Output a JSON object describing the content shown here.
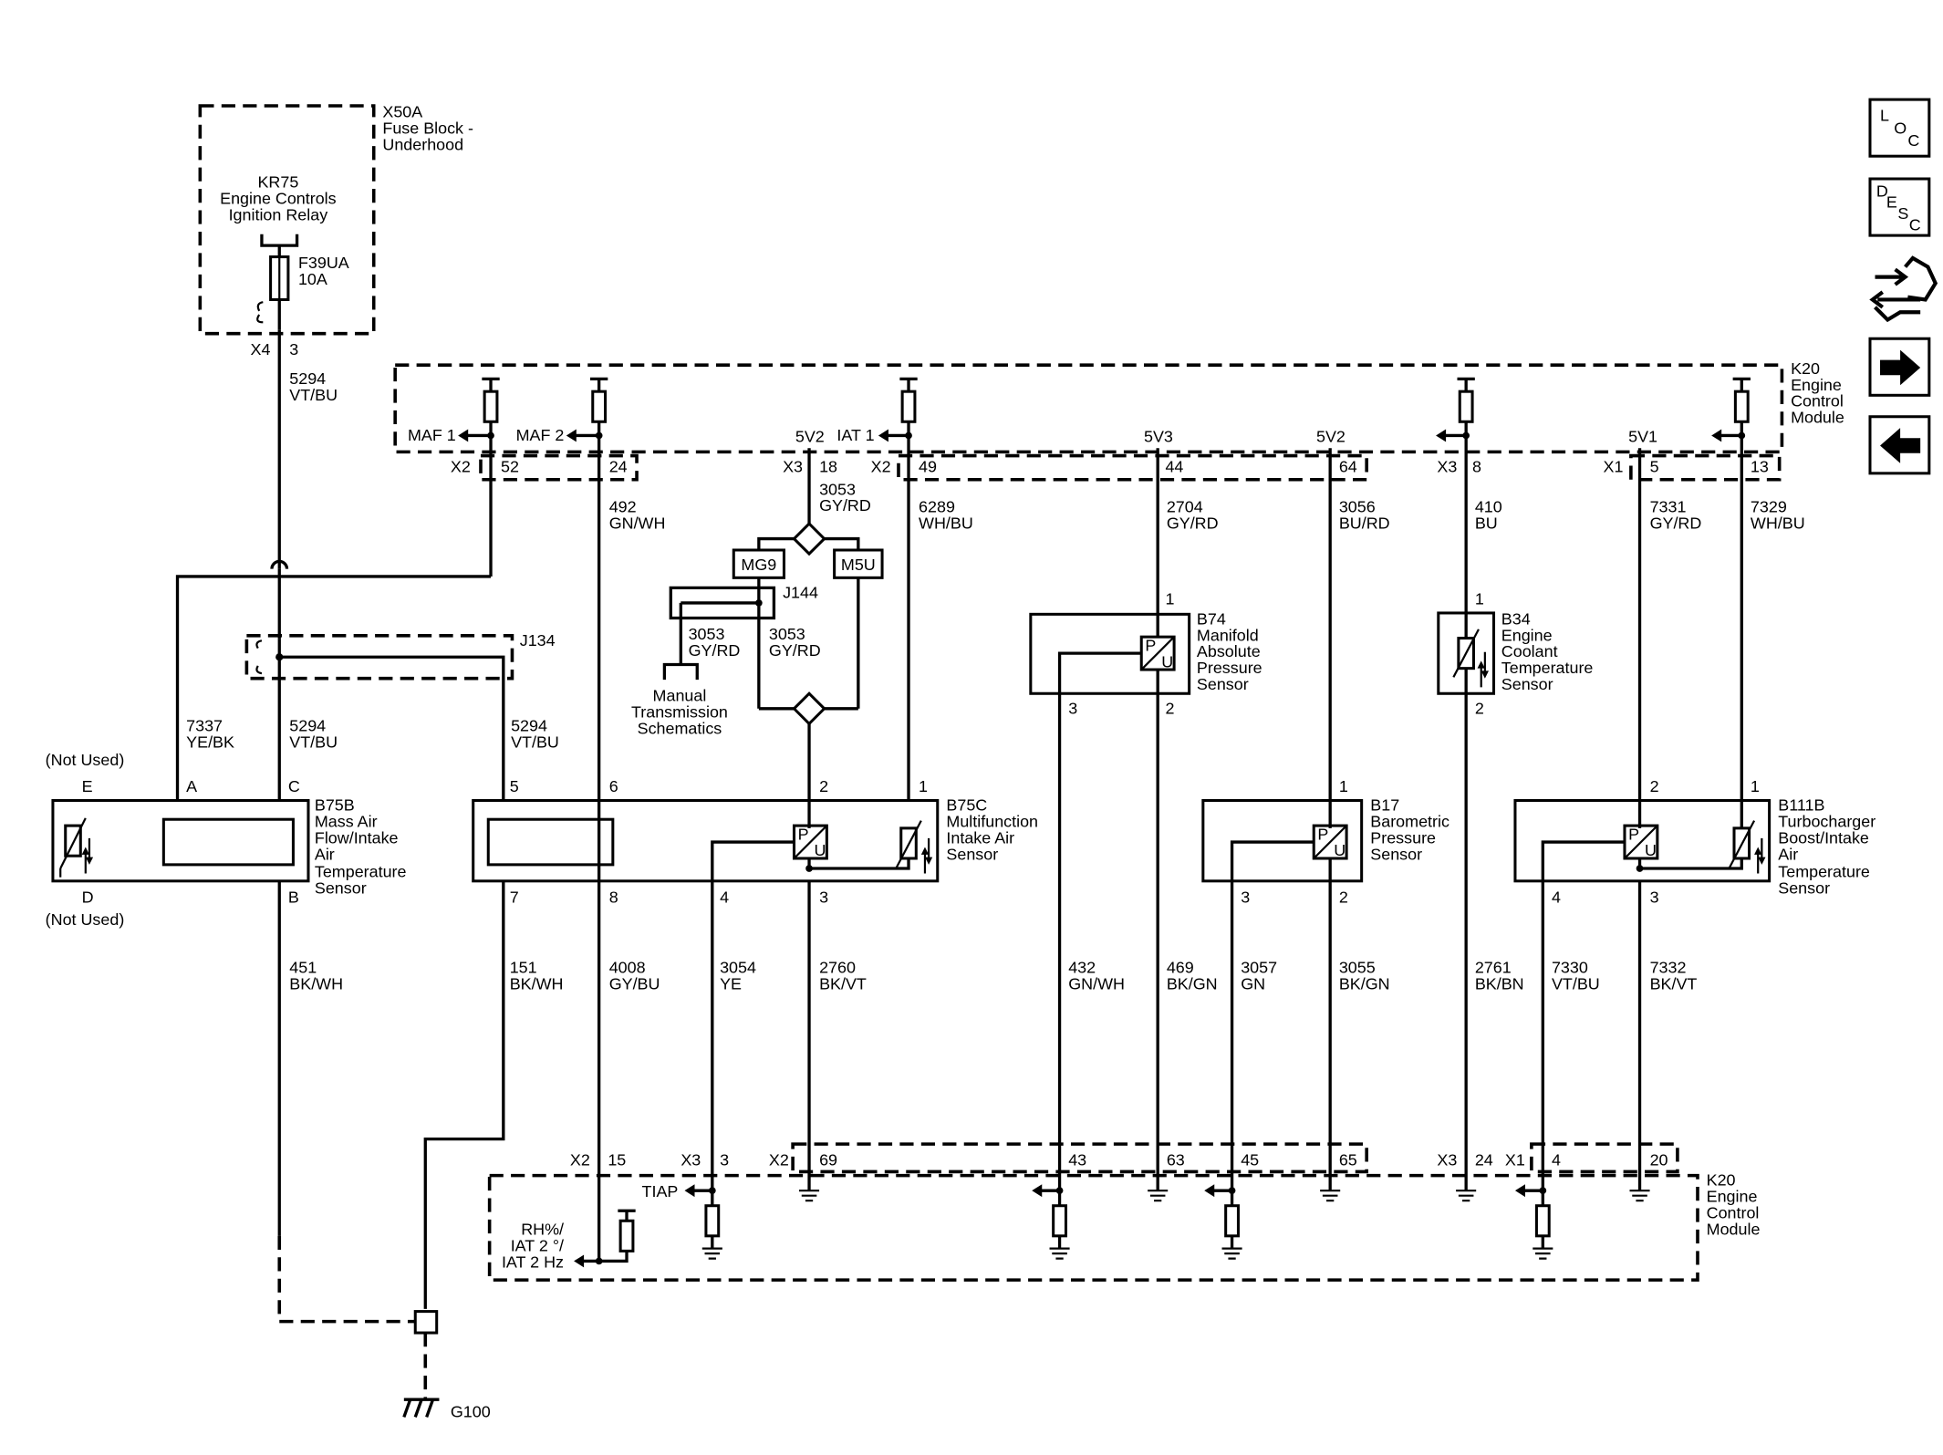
{
  "labels": {
    "fuse_block": [
      "X50A",
      "Fuse Block -",
      "Underhood"
    ],
    "relay": [
      "KR75",
      "Engine Controls",
      "Ignition Relay"
    ],
    "fuse": [
      "F39UA",
      "10A"
    ],
    "ecm_top": [
      "K20",
      "Engine",
      "Control",
      "Module"
    ],
    "ecm_bottom": [
      "K20",
      "Engine",
      "Control",
      "Module"
    ],
    "maf1": "MAF 1",
    "maf2": "MAF 2",
    "iat1": "IAT 1",
    "v5v2a": "5V2",
    "v5v3": "5V3",
    "v5v2b": "5V2",
    "v5v1": "5V1",
    "j134": "J134",
    "j144": "J144",
    "mg9": "MG9",
    "m5u": "M5U",
    "manual_trans": [
      "Manual",
      "Transmission",
      "Schematics"
    ],
    "b75b": [
      "B75B",
      "Mass Air",
      "Flow/Intake",
      "Air",
      "Temperature",
      "Sensor"
    ],
    "b75c": [
      "B75C",
      "Multifunction",
      "Intake Air",
      "Sensor"
    ],
    "b74": [
      "B74",
      "Manifold",
      "Absolute",
      "Pressure",
      "Sensor"
    ],
    "b34": [
      "B34",
      "Engine",
      "Coolant",
      "Temperature",
      "Sensor"
    ],
    "b17": [
      "B17",
      "Barometric",
      "Pressure",
      "Sensor"
    ],
    "b111b": [
      "B111B",
      "Turbocharger",
      "Boost/Intake",
      "Air",
      "Temperature",
      "Sensor"
    ],
    "not_used": "(Not Used)",
    "tiap": "TIAP",
    "rh": [
      "RH%/",
      "IAT 2 °/",
      "IAT 2 Hz"
    ],
    "g100": "G100"
  },
  "connectors": {
    "x4": "X4",
    "x4_3": "3",
    "x2a": "X2",
    "p52": "52",
    "p24": "24",
    "x3a": "X3",
    "p18": "18",
    "x2b": "X2",
    "p49": "49",
    "p44": "44",
    "p64": "64",
    "x3b": "X3",
    "p8": "8",
    "x1a": "X1",
    "p5": "5",
    "p13": "13",
    "x2c": "X2",
    "p15": "15",
    "x3c": "X3",
    "p3": "3",
    "x2d": "X2",
    "p69": "69",
    "p43": "43",
    "p63": "63",
    "p45": "45",
    "p65": "65",
    "x3d": "X3",
    "p24b": "24",
    "x1b": "X1",
    "p4": "4",
    "p20": "20"
  },
  "pins": {
    "b75b_e": "E",
    "b75b_a": "A",
    "b75b_c": "C",
    "b75b_d": "D",
    "b75b_b": "B",
    "b75c_5": "5",
    "b75c_6": "6",
    "b75c_2": "2",
    "b75c_1": "1",
    "b75c_7": "7",
    "b75c_8": "8",
    "b75c_4": "4",
    "b75c_3": "3",
    "b74_1": "1",
    "b74_3": "3",
    "b74_2": "2",
    "b34_1": "1",
    "b34_2": "2",
    "b17_1": "1",
    "b17_3": "3",
    "b17_2": "2",
    "b111b_2": "2",
    "b111b_1": "1",
    "b111b_4": "4",
    "b111b_3": "3"
  },
  "wires": {
    "w5294a": [
      "5294",
      "VT/BU"
    ],
    "w492": [
      "492",
      "GN/WH"
    ],
    "w3053a": [
      "3053",
      "GY/RD"
    ],
    "w6289": [
      "6289",
      "WH/BU"
    ],
    "w2704": [
      "2704",
      "GY/RD"
    ],
    "w3056": [
      "3056",
      "BU/RD"
    ],
    "w410": [
      "410",
      "BU"
    ],
    "w7331": [
      "7331",
      "GY/RD"
    ],
    "w7329": [
      "7329",
      "WH/BU"
    ],
    "w3053b": [
      "3053",
      "GY/RD"
    ],
    "w3053c": [
      "3053",
      "GY/RD"
    ],
    "w7337": [
      "7337",
      "YE/BK"
    ],
    "w5294b": [
      "5294",
      "VT/BU"
    ],
    "w5294c": [
      "5294",
      "VT/BU"
    ],
    "w451": [
      "451",
      "BK/WH"
    ],
    "w151": [
      "151",
      "BK/WH"
    ],
    "w4008": [
      "4008",
      "GY/BU"
    ],
    "w3054": [
      "3054",
      "YE"
    ],
    "w2760": [
      "2760",
      "BK/VT"
    ],
    "w432": [
      "432",
      "GN/WH"
    ],
    "w469": [
      "469",
      "BK/GN"
    ],
    "w3057": [
      "3057",
      "GN"
    ],
    "w3055": [
      "3055",
      "BK/GN"
    ],
    "w2761": [
      "2761",
      "BK/BN"
    ],
    "w7330": [
      "7330",
      "VT/BU"
    ],
    "w7332": [
      "7332",
      "BK/VT"
    ]
  },
  "side_buttons": {
    "loc": [
      "L",
      "O",
      "C"
    ],
    "desc": [
      "D",
      "E",
      "S",
      "C"
    ]
  },
  "icons": [
    "loc-icon",
    "desc-icon",
    "connector-wrench-icon",
    "arrow-right-icon",
    "arrow-left-icon"
  ]
}
